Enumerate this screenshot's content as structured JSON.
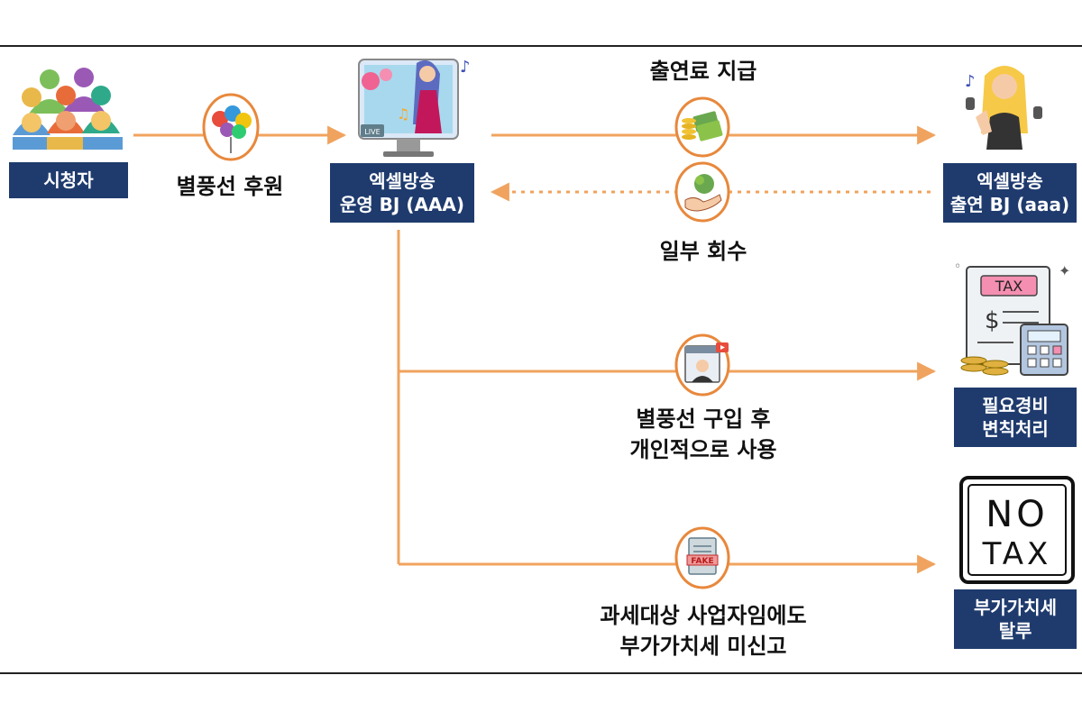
{
  "nodes": {
    "viewers": {
      "label": "시청자"
    },
    "operator": {
      "line1": "엑셀방송",
      "line2": "운영 BJ (AAA)"
    },
    "performer": {
      "line1": "엑셀방송",
      "line2": "출연 BJ (aaa)"
    },
    "expense": {
      "line1": "필요경비",
      "line2": "변칙처리"
    },
    "vat": {
      "line1": "부가가치세",
      "line2": "탈루"
    }
  },
  "edges": {
    "balloon_support": "별풍선 후원",
    "appearance_fee": "출연료 지급",
    "partial_recovery": "일부 회수",
    "personal_use": {
      "line1": "별풍선 구입 후",
      "line2": "개인적으로 사용"
    },
    "vat_unreported": {
      "line1": "과세대상 사업자임에도",
      "line2": "부가가치세 미신고"
    }
  },
  "icons": {
    "tax_doc_text": "TAX",
    "no_tax_line1": "NO",
    "no_tax_line2": "TAX",
    "fake_stamp": "FAKE",
    "live_badge": "LIVE"
  },
  "colors": {
    "arrow": "#f0a35e",
    "label_bg": "#1f3b6e",
    "circle": "#e8883c"
  }
}
